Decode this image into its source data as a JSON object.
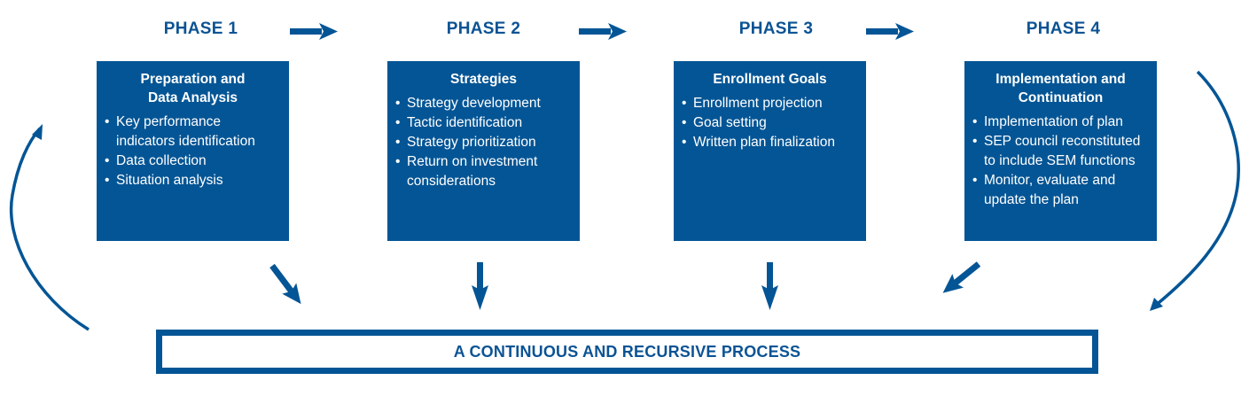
{
  "colors": {
    "primary_blue": "#045595",
    "label_blue": "#0b5394",
    "box_text": "#ffffff",
    "background": "#ffffff"
  },
  "phases": [
    {
      "label": "PHASE 1",
      "title_lines": [
        "Preparation and",
        "Data Analysis"
      ],
      "items": [
        "Key performance indicators identification",
        "Data collection",
        "Situation analysis"
      ]
    },
    {
      "label": "PHASE 2",
      "title_lines": [
        "Strategies"
      ],
      "items": [
        "Strategy development",
        "Tactic identification",
        "Strategy prioritization",
        "Return on investment considerations"
      ]
    },
    {
      "label": "PHASE 3",
      "title_lines": [
        "Enrollment Goals"
      ],
      "items": [
        "Enrollment projection",
        "Goal setting",
        "Written plan finalization"
      ]
    },
    {
      "label": "PHASE 4",
      "title_lines": [
        "Implementation and",
        "Continuation"
      ],
      "items": [
        "Implementation of plan",
        "SEP council reconstituted to include SEM functions",
        "Monitor, evaluate and update the plan"
      ]
    }
  ],
  "bullet": "•",
  "banner": {
    "text": "A CONTINUOUS AND RECURSIVE PROCESS"
  },
  "connectors": {
    "phase_to_phase": [
      "arrow-right-icon",
      "arrow-right-icon",
      "arrow-right-icon"
    ],
    "box_to_banner": [
      "arrow-down-right-icon",
      "arrow-down-icon",
      "arrow-down-icon",
      "arrow-down-left-icon"
    ],
    "loop": [
      "curved-arrow-up-icon",
      "curved-arrow-down-icon"
    ]
  }
}
